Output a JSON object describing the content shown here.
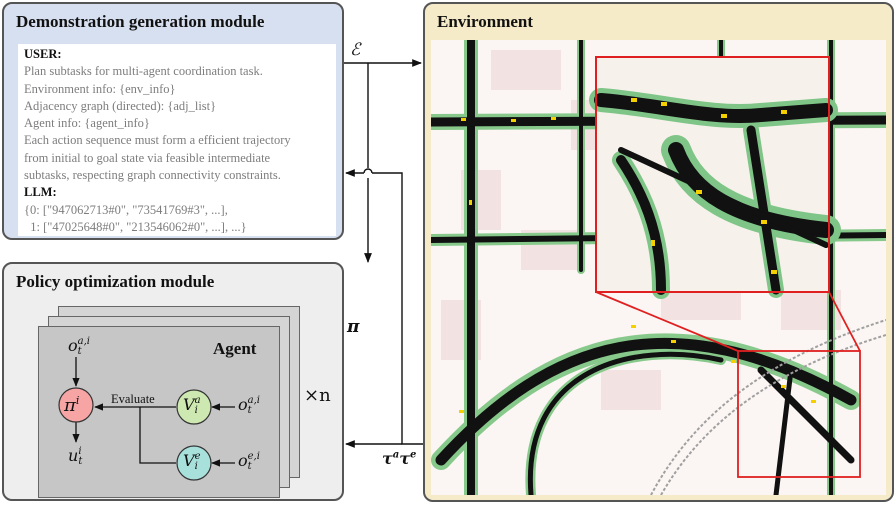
{
  "demo_module": {
    "title": "Demonstration generation module",
    "user_label": "USER:",
    "user_lines": [
      "Plan subtasks for multi-agent coordination task.",
      "Environment info: {env_info}",
      "Adjacency graph (directed): {adj_list}",
      "Agent info: {agent_info}",
      "Each action sequence must form a efficient trajectory",
      "from initial to goal state via feasible intermediate",
      "subtasks, respecting graph connectivity constraints."
    ],
    "llm_label": "LLM:",
    "llm_lines": [
      "{0: [\"947062713#0\", \"73541769#3\", ...],",
      "  1: [\"47025648#0\", \"213546062#0\", ...], ...}"
    ]
  },
  "policy_module": {
    "title": "Policy optimization module",
    "agent_label": "Agent",
    "evaluate_label": "Evaluate",
    "multiplier": "×n",
    "nodes": {
      "policy": {
        "base": "π",
        "sup": "i",
        "sub": "",
        "color": "#f7a4a4"
      },
      "value_a": {
        "base": "V",
        "sup": "a",
        "sub": "i",
        "color": "#cde8b0"
      },
      "value_e": {
        "base": "V",
        "sup": "e",
        "sub": "i",
        "color": "#a8e0dc"
      }
    },
    "obs_top": {
      "base": "o",
      "sup": "a,i",
      "sub": "t"
    },
    "obs_a": {
      "base": "o",
      "sup": "a,i",
      "sub": "t"
    },
    "obs_e": {
      "base": "o",
      "sup": "e,i",
      "sub": "t"
    },
    "action": {
      "base": "u",
      "sup": "i",
      "sub": "t"
    }
  },
  "environment": {
    "title": "Environment"
  },
  "signals": {
    "env_signal": "ℰ",
    "policy_signal": "π",
    "traj_a_base": "τ",
    "traj_a_sup": "a",
    "traj_e_base": "τ",
    "traj_e_sup": "e"
  },
  "colors": {
    "demo_bg": "#d7e0f1",
    "policy_bg": "#eeeeee",
    "env_bg": "#f6ebc8",
    "road": "#111111",
    "green": "#6fbf73",
    "zoom_frame": "#e02020"
  }
}
